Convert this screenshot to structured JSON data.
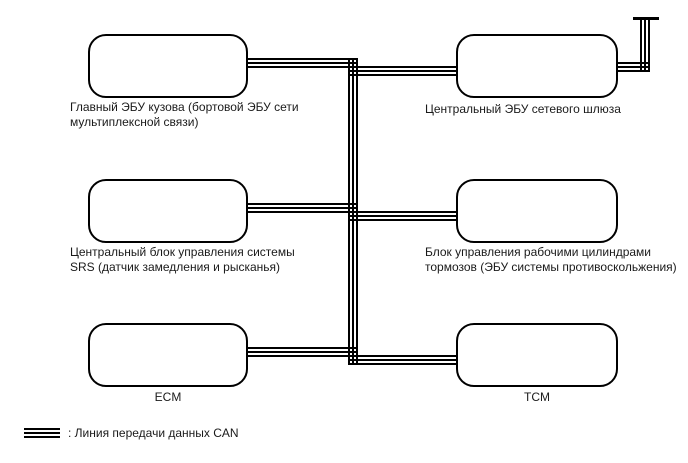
{
  "colors": {
    "line": "#000000",
    "background": "#ffffff",
    "text": "#1a1a1a"
  },
  "nodes": [
    {
      "id": "main-body-ecu",
      "label": "Главный ЭБУ кузова (бортовой ЭБУ сети\nмультиплексной связи)"
    },
    {
      "id": "central-gateway-ecu",
      "label": "Центральный ЭБУ сетевого шлюза"
    },
    {
      "id": "srs-control-unit",
      "label": "Центральный блок управления системы\nSRS (датчик замедления и рысканья)"
    },
    {
      "id": "brake-skid-control-ecu",
      "label": "Блок управления рабочими цилиндрами\nтормозов (ЭБУ системы противоскольжения)"
    },
    {
      "id": "ecm",
      "label": "ECM"
    },
    {
      "id": "tcm",
      "label": "TCM"
    }
  ],
  "legend": {
    "symbol": "can-bus-triple-line",
    "label": ": Линия передачи данных CAN"
  }
}
